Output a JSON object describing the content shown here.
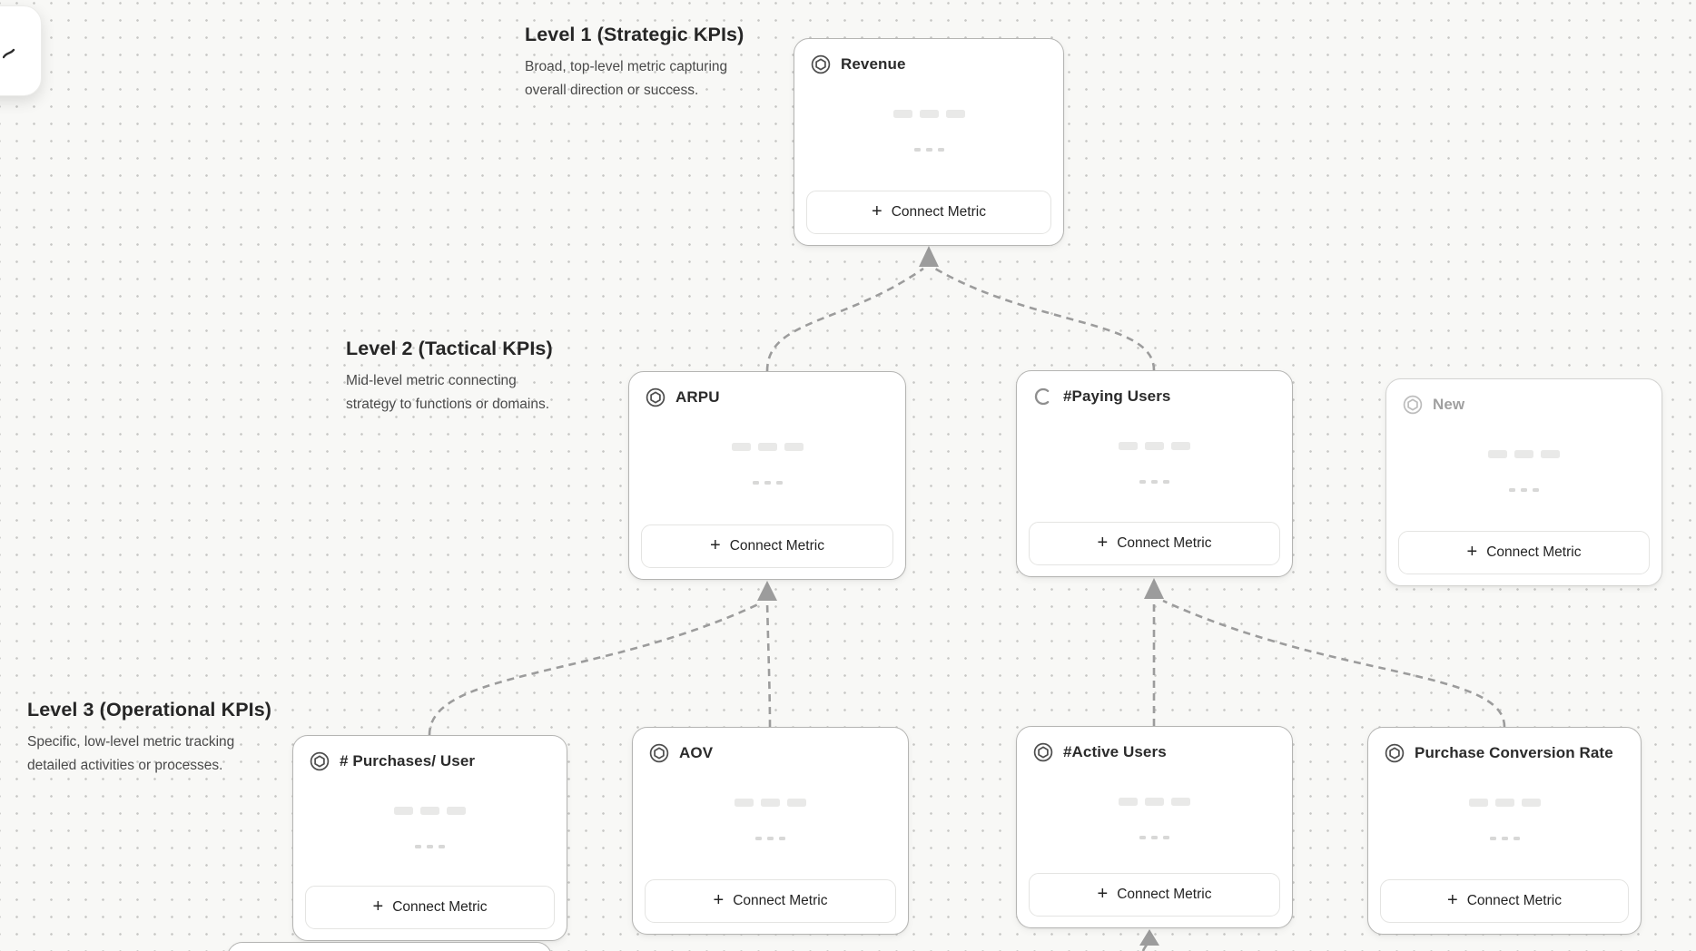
{
  "canvas": {
    "background_color": "#f8f8f6",
    "dot_color": "#c7c7c5",
    "card_border_color": "#b5b5b3",
    "connector_color": "#9c9c9c"
  },
  "levels": [
    {
      "title": "Level 1 (Strategic KPIs)",
      "desc_line1": "Broad, top-level metric capturing",
      "desc_line2": "overall direction or success."
    },
    {
      "title": "Level 2 (Tactical KPIs)",
      "desc_line1": "Mid-level metric connecting",
      "desc_line2": "strategy to functions or domains."
    },
    {
      "title": "Level 3 (Operational KPIs)",
      "desc_line1": "Specific, low-level metric tracking",
      "desc_line2": "detailed activities or processes."
    }
  ],
  "cards": {
    "revenue": {
      "title": "Revenue",
      "icon": "metric-hexagon",
      "state": "default"
    },
    "arpu": {
      "title": "ARPU",
      "icon": "metric-hexagon",
      "state": "default"
    },
    "paying": {
      "title": "#Paying Users",
      "icon": "loading-spinner",
      "state": "loading"
    },
    "new": {
      "title": "New",
      "icon": "metric-hexagon",
      "state": "draft"
    },
    "purchases": {
      "title": "# Purchases/ User",
      "icon": "metric-hexagon",
      "state": "default"
    },
    "aov": {
      "title": "AOV",
      "icon": "metric-hexagon",
      "state": "default"
    },
    "active": {
      "title": "#Active Users",
      "icon": "metric-hexagon",
      "state": "default"
    },
    "pcr": {
      "title": "Purchase Conversion Rate",
      "icon": "metric-hexagon",
      "state": "default"
    }
  },
  "connect_button": {
    "plus": "+",
    "label": "Connect Metric"
  }
}
